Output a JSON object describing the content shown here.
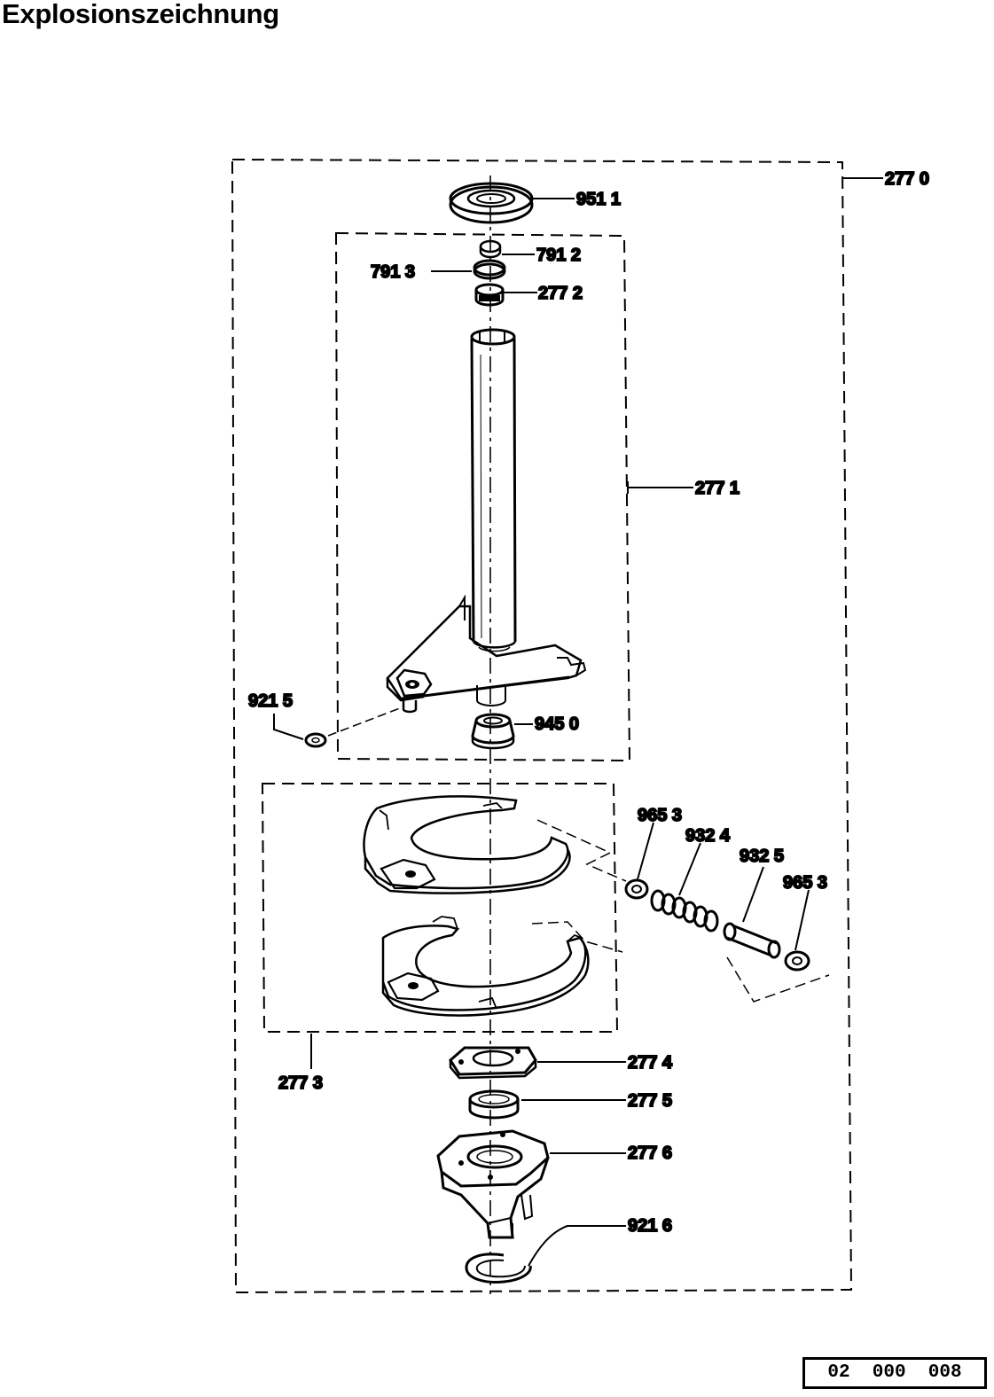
{
  "page": {
    "title": "Explosionszeichnung",
    "doc_number": "02  000  008"
  },
  "parts": [
    {
      "id": "2770",
      "label": "277 0"
    },
    {
      "id": "9511",
      "label": "951 1"
    },
    {
      "id": "7912",
      "label": "791 2"
    },
    {
      "id": "7913",
      "label": "791 3"
    },
    {
      "id": "2772",
      "label": "277 2"
    },
    {
      "id": "2771",
      "label": "277 1"
    },
    {
      "id": "9215",
      "label": "921 5"
    },
    {
      "id": "9450",
      "label": "945 0"
    },
    {
      "id": "9653a",
      "label": "965 3"
    },
    {
      "id": "9324",
      "label": "932 4"
    },
    {
      "id": "9325",
      "label": "932 5"
    },
    {
      "id": "9653b",
      "label": "965 3"
    },
    {
      "id": "2773",
      "label": "277 3"
    },
    {
      "id": "2774",
      "label": "277 4"
    },
    {
      "id": "2775",
      "label": "277 5"
    },
    {
      "id": "2776",
      "label": "277 6"
    },
    {
      "id": "9216",
      "label": "921 6"
    }
  ]
}
